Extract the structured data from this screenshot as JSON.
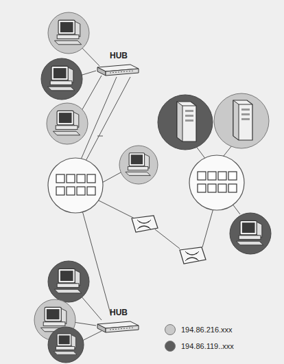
{
  "diagram": {
    "nodes": [
      {
        "text": [
          "HUB"
        ]
      },
      {
        "text": [
          "HUB"
        ]
      }
    ],
    "legend": [
      {
        "text": "194.86.216.xxx",
        "color": "#c9c9c9"
      },
      {
        "text": "194.86.119..xxx",
        "color": "#5c5c5c"
      }
    ]
  }
}
